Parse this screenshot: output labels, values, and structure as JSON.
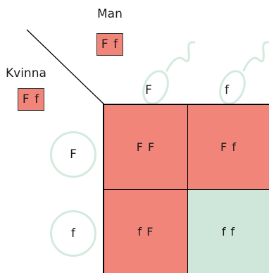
{
  "male": {
    "label": "Man",
    "genotype": "F f"
  },
  "female": {
    "label": "Kvinna",
    "genotype": "F f"
  },
  "sperm": [
    "F",
    "f"
  ],
  "eggs": [
    "F",
    "f"
  ],
  "cells": [
    [
      "F F",
      "F f"
    ],
    [
      "f F",
      "f f"
    ]
  ],
  "colors": {
    "dominant": "#f2857a",
    "recessive": "#cfe6da",
    "outline": "#d4eadd"
  }
}
